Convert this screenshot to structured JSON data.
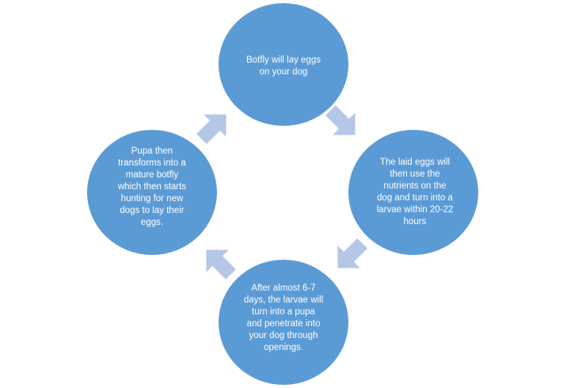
{
  "diagram": {
    "colors": {
      "node_fill": "#5b9bd5",
      "arrow_fill": "#b4c7e7",
      "text": "#ffffff"
    },
    "nodes": {
      "top": "Botfly will lay eggs\non your dog",
      "right": "The  laid eggs will\nthen  use the\nnutrients on the\ndog and turn into a\nlarvae within 20-22\nhours",
      "bottom": "After  almost 6-7\ndays, the  larvae will\nturn into a pupa\nand penetrate  into\nyour dog through\nopenings.",
      "left": "Pupa then\ntransforms into a\nmature botfly\nwhich then starts\nhunting for new\ndogs to lay their\neggs."
    },
    "arrows": [
      "top-to-right",
      "right-to-bottom",
      "bottom-to-left",
      "left-to-top"
    ]
  }
}
